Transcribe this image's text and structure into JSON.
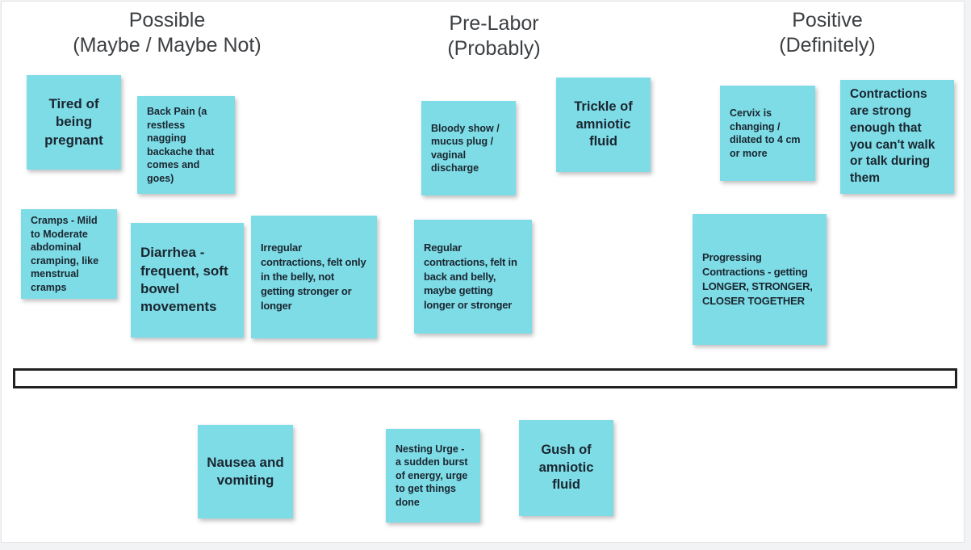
{
  "board": {
    "columns": [
      {
        "title": "Possible\n(Maybe / Maybe Not)"
      },
      {
        "title": "Pre-Labor\n(Probably)"
      },
      {
        "title": "Positive\n(Definitely)"
      }
    ],
    "notes": [
      {
        "column": "Possible",
        "text": "Tired of being pregnant"
      },
      {
        "column": "Possible",
        "text": "Back Pain (a restless nagging backache that comes and goes)"
      },
      {
        "column": "Possible",
        "text": "Cramps - Mild to Moderate abdominal cramping, like menstrual cramps"
      },
      {
        "column": "Possible",
        "text": "Diarrhea - frequent, soft bowel movements"
      },
      {
        "column": "Possible",
        "text": "Irregular contractions, felt only in the belly, not getting stronger or longer"
      },
      {
        "column": "Pre-Labor",
        "text": "Bloody show / mucus plug / vaginal discharge"
      },
      {
        "column": "Pre-Labor",
        "text": "Trickle of amniotic fluid"
      },
      {
        "column": "Pre-Labor",
        "text": "Regular contractions, felt in back and belly, maybe getting longer or stronger"
      },
      {
        "column": "Positive",
        "text": "Cervix is changing / dilated to 4 cm or more"
      },
      {
        "column": "Positive",
        "text": "Contractions are strong enough that you can't walk or talk during them"
      },
      {
        "column": "Positive",
        "text": "Progressing Contractions - getting LONGER, STRONGER, CLOSER TOGETHER"
      },
      {
        "column": "below-bar",
        "text": "Nausea and vomiting"
      },
      {
        "column": "below-bar",
        "text": "Nesting Urge - a sudden burst of energy, urge to get things done"
      },
      {
        "column": "below-bar",
        "text": "Gush of amniotic fluid"
      }
    ]
  },
  "colors": {
    "sticky_note": "#7edce6",
    "note_text": "#1a2630",
    "header_text": "#3d4043",
    "bar_border": "#212121",
    "canvas_background": "#ffffff"
  }
}
